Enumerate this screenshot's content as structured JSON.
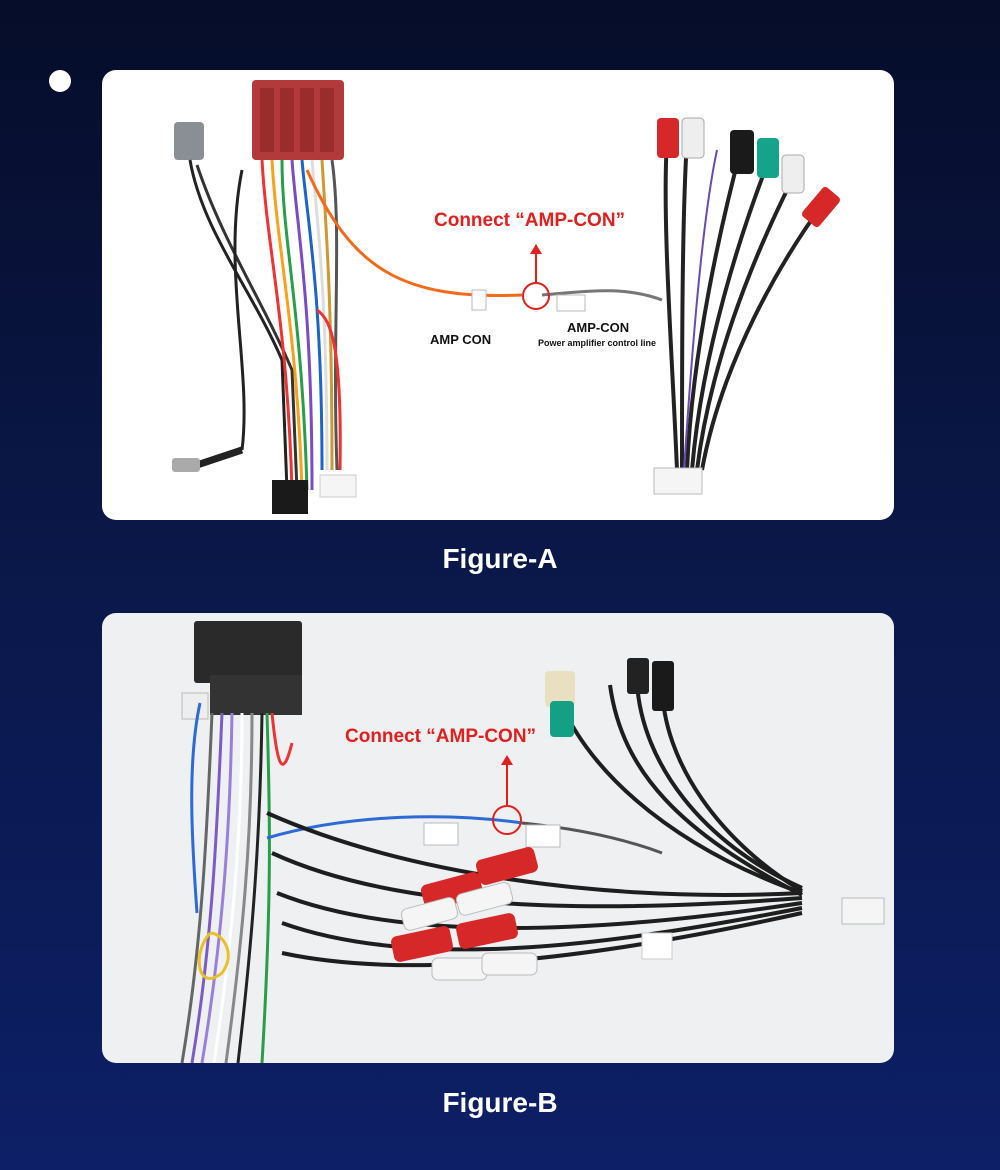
{
  "figure_a": {
    "callout": "Connect “AMP-CON”",
    "label_left": "AMP CON",
    "label_right": "AMP-CON",
    "label_right_sub": "Power amplifier control line",
    "caption": "Figure-A"
  },
  "figure_b": {
    "callout": "Connect “AMP-CON”",
    "caption": "Figure-B"
  },
  "colors": {
    "callout_red": "#e0201e",
    "background_top": "#060d2a",
    "background_bottom": "#0d1f66"
  }
}
